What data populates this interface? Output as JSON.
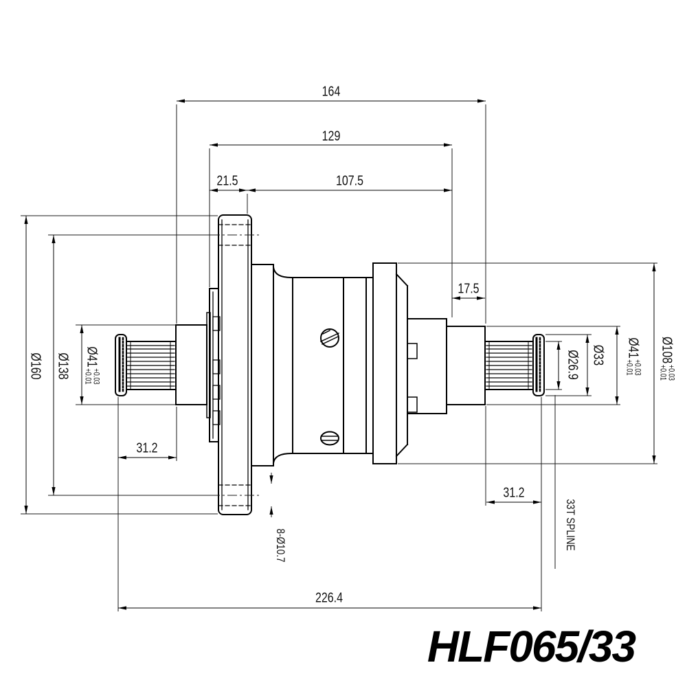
{
  "part": {
    "number": "HLF065/33"
  },
  "dims": {
    "overall_top": "164",
    "body_span": "129",
    "flange_offset": "21.5",
    "flange_to_hub": "107.5",
    "journal_len": "17.5",
    "spline_len_left": "31.2",
    "spline_len_right": "31.2",
    "total_length": "226.4",
    "flange_od": "Ø160",
    "bolt_circle": "Ø138",
    "shaft_dia_left": {
      "main": "Ø41",
      "sup": "+0.03",
      "sub": "+0.01"
    },
    "shaft_dia_right": {
      "main": "Ø41",
      "sup": "+0.03",
      "sub": "+0.01"
    },
    "spline_minor": "Ø26.9",
    "spline_major": "Ø33",
    "body_dia": {
      "main": "Ø108",
      "sup": "+0.03",
      "sub": "+0.01"
    },
    "bolt_holes": "8-Ø10.7",
    "spline_note": "33T SPLINE"
  }
}
